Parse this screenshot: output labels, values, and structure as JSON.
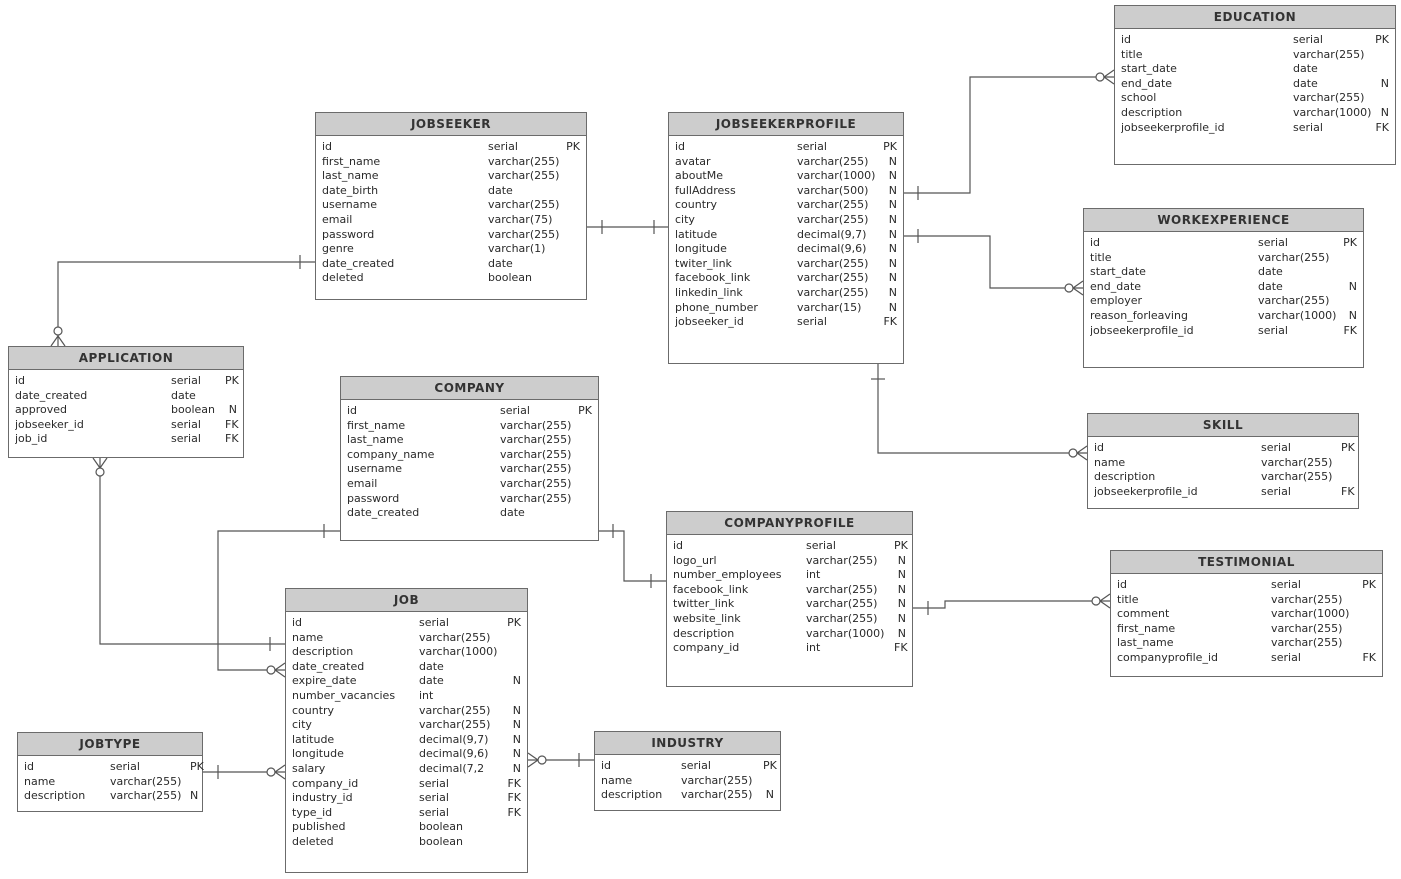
{
  "entities": {
    "education": {
      "title": "EDUCATION",
      "columns": [
        [
          "id",
          "serial",
          "PK"
        ],
        [
          "title",
          "varchar(255)",
          ""
        ],
        [
          "start_date",
          "date",
          ""
        ],
        [
          "end_date",
          "date",
          "N"
        ],
        [
          "school",
          "varchar(255)",
          ""
        ],
        [
          "description",
          "varchar(1000)",
          "N"
        ],
        [
          "jobseekerprofile_id",
          "serial",
          "FK"
        ]
      ]
    },
    "jobseeker": {
      "title": "JOBSEEKER",
      "columns": [
        [
          "id",
          "serial",
          "PK"
        ],
        [
          "first_name",
          "varchar(255)",
          ""
        ],
        [
          "last_name",
          "varchar(255)",
          ""
        ],
        [
          "date_birth",
          "date",
          ""
        ],
        [
          "username",
          "varchar(255)",
          ""
        ],
        [
          "email",
          "varchar(75)",
          ""
        ],
        [
          "password",
          "varchar(255)",
          ""
        ],
        [
          "genre",
          "varchar(1)",
          ""
        ],
        [
          "date_created",
          "date",
          ""
        ],
        [
          "deleted",
          "boolean",
          ""
        ]
      ]
    },
    "jobseekerprofile": {
      "title": "JOBSEEKERPROFILE",
      "columns": [
        [
          "id",
          "serial",
          "PK"
        ],
        [
          "avatar",
          "varchar(255)",
          "N"
        ],
        [
          "aboutMe",
          "varchar(1000)",
          "N"
        ],
        [
          "fullAddress",
          "varchar(500)",
          "N"
        ],
        [
          "country",
          "varchar(255)",
          "N"
        ],
        [
          "city",
          "varchar(255)",
          "N"
        ],
        [
          "latitude",
          "decimal(9,7)",
          "N"
        ],
        [
          "longitude",
          "decimal(9,6)",
          "N"
        ],
        [
          "twiter_link",
          "varchar(255)",
          "N"
        ],
        [
          "facebook_link",
          "varchar(255)",
          "N"
        ],
        [
          "linkedin_link",
          "varchar(255)",
          "N"
        ],
        [
          "phone_number",
          "varchar(15)",
          "N"
        ],
        [
          "jobseeker_id",
          "serial",
          "FK"
        ]
      ]
    },
    "workexperience": {
      "title": "WORKEXPERIENCE",
      "columns": [
        [
          "id",
          "serial",
          "PK"
        ],
        [
          "title",
          "varchar(255)",
          ""
        ],
        [
          "start_date",
          "date",
          ""
        ],
        [
          "end_date",
          "date",
          "N"
        ],
        [
          "employer",
          "varchar(255)",
          ""
        ],
        [
          "reason_forleaving",
          "varchar(1000)",
          "N"
        ],
        [
          "jobseekerprofile_id",
          "serial",
          "FK"
        ]
      ]
    },
    "application": {
      "title": "APPLICATION",
      "columns": [
        [
          "id",
          "serial",
          "PK"
        ],
        [
          "date_created",
          "date",
          ""
        ],
        [
          "approved",
          "boolean",
          "N"
        ],
        [
          "jobseeker_id",
          "serial",
          "FK"
        ],
        [
          "job_id",
          "serial",
          "FK"
        ]
      ]
    },
    "company": {
      "title": "COMPANY",
      "columns": [
        [
          "id",
          "serial",
          "PK"
        ],
        [
          "first_name",
          "varchar(255)",
          ""
        ],
        [
          "last_name",
          "varchar(255)",
          ""
        ],
        [
          "company_name",
          "varchar(255)",
          ""
        ],
        [
          "username",
          "varchar(255)",
          ""
        ],
        [
          "email",
          "varchar(255)",
          ""
        ],
        [
          "password",
          "varchar(255)",
          ""
        ],
        [
          "date_created",
          "date",
          ""
        ]
      ]
    },
    "skill": {
      "title": "SKILL",
      "columns": [
        [
          "id",
          "serial",
          "PK"
        ],
        [
          "name",
          "varchar(255)",
          ""
        ],
        [
          "description",
          "varchar(255)",
          ""
        ],
        [
          "jobseekerprofile_id",
          "serial",
          "FK"
        ]
      ]
    },
    "companyprofile": {
      "title": "COMPANYPROFILE",
      "columns": [
        [
          "id",
          "serial",
          "PK"
        ],
        [
          "logo_url",
          "varchar(255)",
          "N"
        ],
        [
          "number_employees",
          "int",
          "N"
        ],
        [
          "facebook_link",
          "varchar(255)",
          "N"
        ],
        [
          "twitter_link",
          "varchar(255)",
          "N"
        ],
        [
          "website_link",
          "varchar(255)",
          "N"
        ],
        [
          "description",
          "varchar(1000)",
          "N"
        ],
        [
          "company_id",
          "int",
          "FK"
        ]
      ]
    },
    "testimonial": {
      "title": "TESTIMONIAL",
      "columns": [
        [
          "id",
          "serial",
          "PK"
        ],
        [
          "title",
          "varchar(255)",
          ""
        ],
        [
          "comment",
          "varchar(1000)",
          ""
        ],
        [
          "first_name",
          "varchar(255)",
          ""
        ],
        [
          "last_name",
          "varchar(255)",
          ""
        ],
        [
          "companyprofile_id",
          "serial",
          "FK"
        ]
      ]
    },
    "job": {
      "title": "JOB",
      "columns": [
        [
          "id",
          "serial",
          "PK"
        ],
        [
          "name",
          "varchar(255)",
          ""
        ],
        [
          "description",
          "varchar(1000)",
          ""
        ],
        [
          "date_created",
          "date",
          ""
        ],
        [
          "expire_date",
          "date",
          "N"
        ],
        [
          "number_vacancies",
          "int",
          ""
        ],
        [
          "country",
          "varchar(255)",
          "N"
        ],
        [
          "city",
          "varchar(255)",
          "N"
        ],
        [
          "latitude",
          "decimal(9,7)",
          "N"
        ],
        [
          "longitude",
          "decimal(9,6)",
          "N"
        ],
        [
          "salary",
          "decimal(7,2",
          "N"
        ],
        [
          "company_id",
          "serial",
          "FK"
        ],
        [
          "industry_id",
          "serial",
          "FK"
        ],
        [
          "type_id",
          "serial",
          "FK"
        ],
        [
          "published",
          "boolean",
          ""
        ],
        [
          "deleted",
          "boolean",
          ""
        ]
      ]
    },
    "jobtype": {
      "title": "JOBTYPE",
      "columns": [
        [
          "id",
          "serial",
          "PK"
        ],
        [
          "name",
          "varchar(255)",
          ""
        ],
        [
          "description",
          "varchar(255)",
          "N"
        ]
      ]
    },
    "industry": {
      "title": "INDUSTRY",
      "columns": [
        [
          "id",
          "serial",
          "PK"
        ],
        [
          "name",
          "varchar(255)",
          ""
        ],
        [
          "description",
          "varchar(255)",
          "N"
        ]
      ]
    }
  }
}
